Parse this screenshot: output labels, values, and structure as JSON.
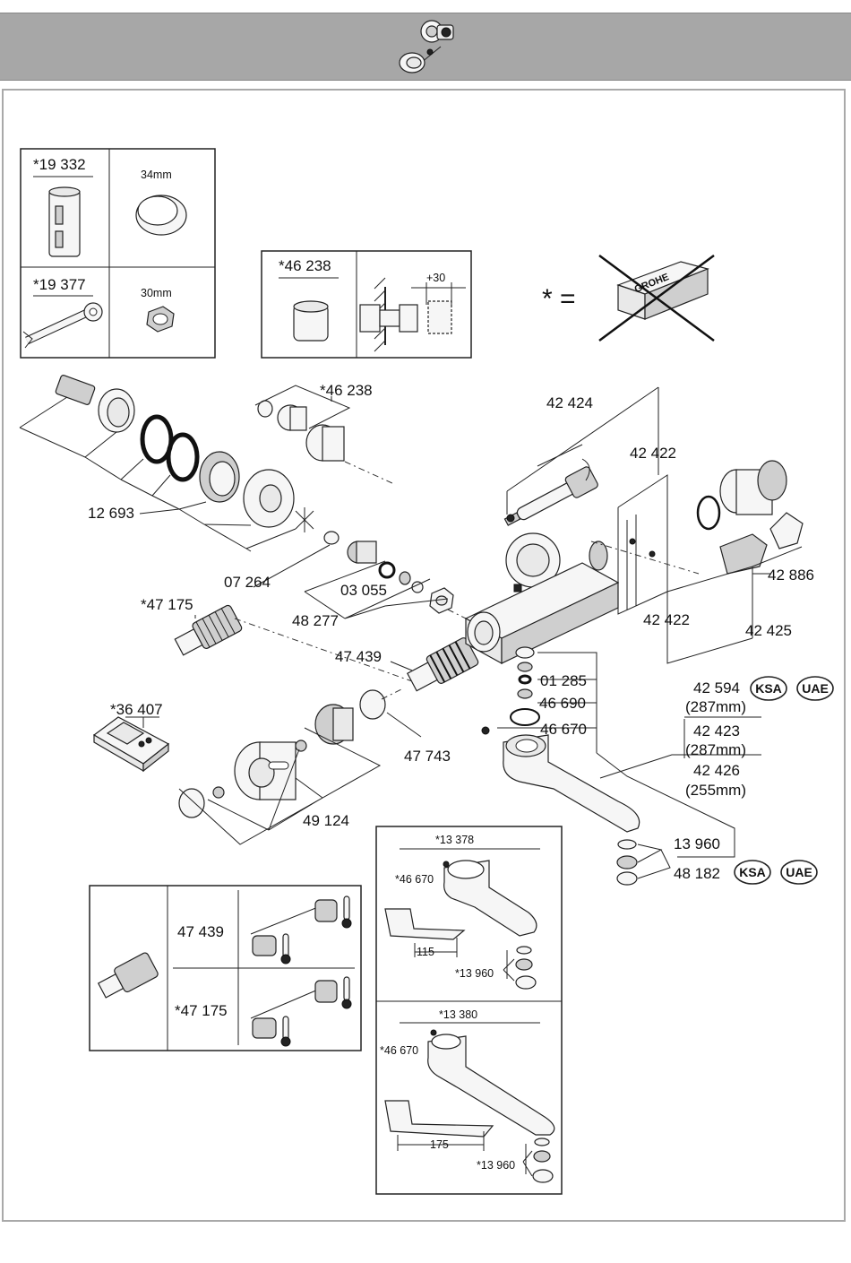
{
  "labels": {
    "tool_19332": "*19 332",
    "tool_19377": "*19 377",
    "size_34mm": "34mm",
    "size_30mm": "30mm",
    "ext_46238": "*46 238",
    "ext_plus30": "+30",
    "asterisk_eq": "* =",
    "p46238": "*46 238",
    "p42424": "42 424",
    "p42422a": "42 422",
    "p12693": "12 693",
    "p07264": "07 264",
    "p03055": "03 055",
    "p48277": "48 277",
    "p47175": "*47 175",
    "p47439": "47 439",
    "p36407": "*36 407",
    "p47743": "47 743",
    "p49124": "49 124",
    "p42886": "42 886",
    "p42422b": "42 422",
    "p42425": "42 425",
    "p01285": "01 285",
    "p46690": "46 690",
    "p46670": "46 670",
    "p42594": "42 594",
    "m287a": "(287mm)",
    "p42423": "42 423",
    "m287b": "(287mm)",
    "p42426": "42 426",
    "m255": "(255mm)",
    "p13960": "13 960",
    "p48182": "48 182",
    "badge_ksa": "KSA",
    "badge_uae": "UAE",
    "v13378": "*13 378",
    "v13378_46670": "*46 670",
    "v13378_115": "115",
    "v13378_13960": "*13 960",
    "v13380": "*13 380",
    "v13380_46670": "*46 670",
    "v13380_175": "175",
    "v13380_13960": "*13 960",
    "ins_47439": "47 439",
    "ins_47175": "*47 175"
  },
  "colors": {
    "header_band": "#a7a7a7",
    "frame": "#a9a9a9",
    "line": "#222222"
  },
  "icons": [
    "header-exploded-view-icon",
    "not-supplied-box-icon",
    "thermometer-icon"
  ]
}
